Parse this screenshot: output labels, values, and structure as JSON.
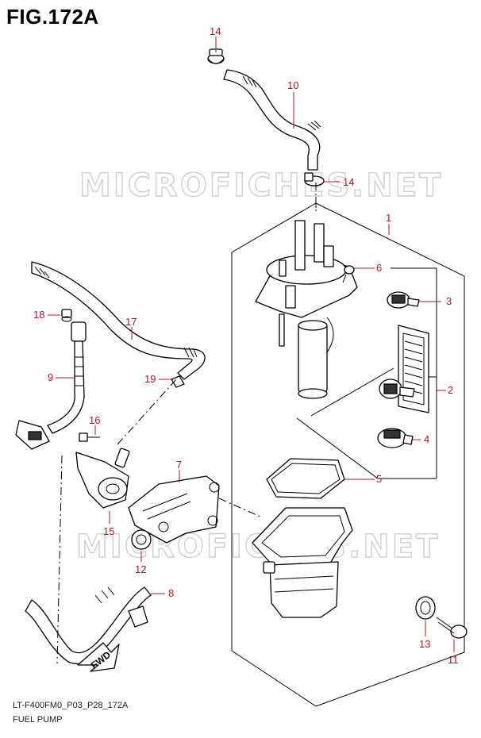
{
  "figure": {
    "title": "FIG.172A"
  },
  "watermark": "MICROFICHES.NET",
  "footer": {
    "code": "LT-F400FM0_P03_P28_172A",
    "name": "FUEL PUMP"
  },
  "direction_tag": "FWD",
  "callouts": [
    "14",
    "10",
    "14",
    "1",
    "6",
    "3",
    "2",
    "4",
    "5",
    "18",
    "17",
    "9",
    "19",
    "16",
    "7",
    "15",
    "12",
    "8",
    "13",
    "11"
  ]
}
